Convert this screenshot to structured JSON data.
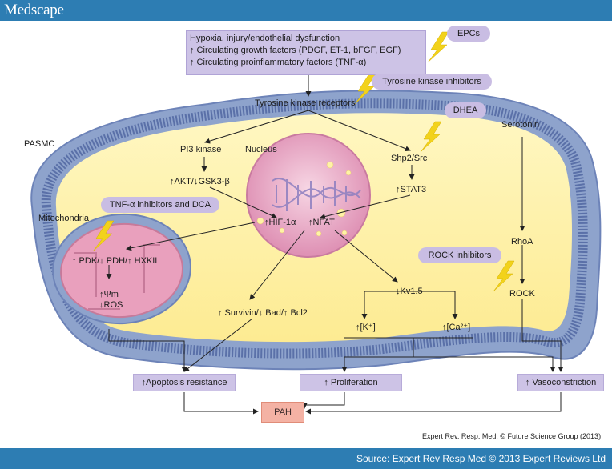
{
  "header": {
    "logo": "Medscape"
  },
  "input_box": {
    "line1": "Hypoxia, injury/endothelial dysfunction",
    "line2": "↑ Circulating growth factors (PDGF, ET-1, bFGF, EGF)",
    "line3": "↑ Circulating proinflammatory factors (TNF-α)"
  },
  "therapies": {
    "epcs": "EPCs",
    "tki": "Tyrosine kinase inhibitors",
    "dhea": "DHEA",
    "tnf_dca": "TNF-α inhibitors and DCA",
    "rock_inhibitors": "ROCK inhibitors"
  },
  "cell": {
    "pasmc": "PASMC",
    "tyrosine_kinase_receptors": "Tyrosine kinase receptors",
    "pi3_kinase": "PI3 kinase",
    "akt": "↑AKT/↓GSK3-β",
    "nucleus": "Nucleus",
    "shp2": "Shp2/Src",
    "stat3": "↑STAT3",
    "serotonin": "Serotonin",
    "hif": "↑HIF-1α",
    "nfat": "↑NFAT",
    "mitochondria": "Mitochondria",
    "pdk": "↑ PDK/↓ PDH/↑ HXKII",
    "psi": "↑Ψm",
    "ros": "↓ROS",
    "rhoa": "RhoA",
    "rock": "ROCK",
    "kv": "↓Kv1.5",
    "k": "↑[K⁺]",
    "ca": "↑[Ca²⁺]",
    "survivin": "↑ Survivin/↓ Bad/↑ Bcl2"
  },
  "outcomes": {
    "apoptosis": "↑Apoptosis resistance",
    "proliferation": "↑ Proliferation",
    "vasoconstriction": "↑ Vasoconstriction",
    "pah": "PAH"
  },
  "credit": "Expert Rev. Resp. Med. © Future Science Group (2013)",
  "footer": {
    "source": "Source: Expert Rev Resp Med © 2013 Expert Reviews Ltd"
  },
  "colors": {
    "bar": "#2d7db3",
    "membrane": "#6d83b8",
    "cytoplasm": "#fff3a6",
    "nucleus": "#e9a1c1",
    "mito": "#e9a0bd",
    "label_box": "#cdc3e6",
    "pah": "#f4b2a4"
  }
}
